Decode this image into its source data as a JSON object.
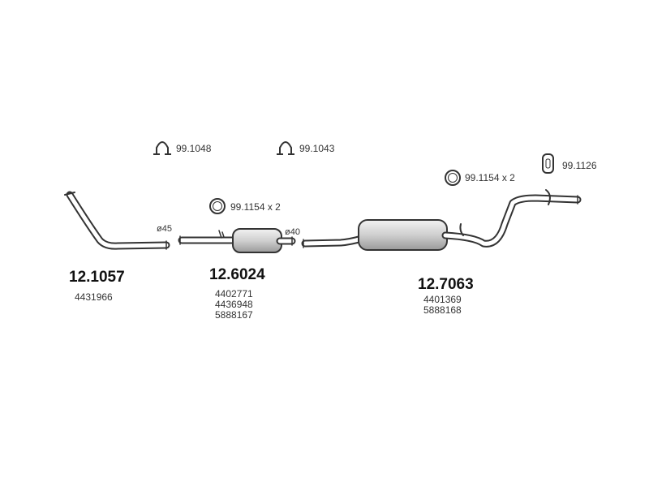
{
  "accessories": {
    "clamp_1": "99.1048",
    "clamp_2": "99.1043",
    "ring_1": "99.1154 x 2",
    "ring_2": "99.1154 x 2",
    "hanger": "99.1126"
  },
  "sections": [
    {
      "part_number": "12.1057",
      "oem": [
        "4431966"
      ],
      "diameter": "ø45"
    },
    {
      "part_number": "12.6024",
      "oem": [
        "4402771",
        "4436948",
        "5888167"
      ],
      "diameter": "ø40"
    },
    {
      "part_number": "12.7063",
      "oem": [
        "4401369",
        "5888168"
      ]
    }
  ],
  "colors": {
    "line": "#333333",
    "muffler_fill": "#d6d6d6"
  }
}
